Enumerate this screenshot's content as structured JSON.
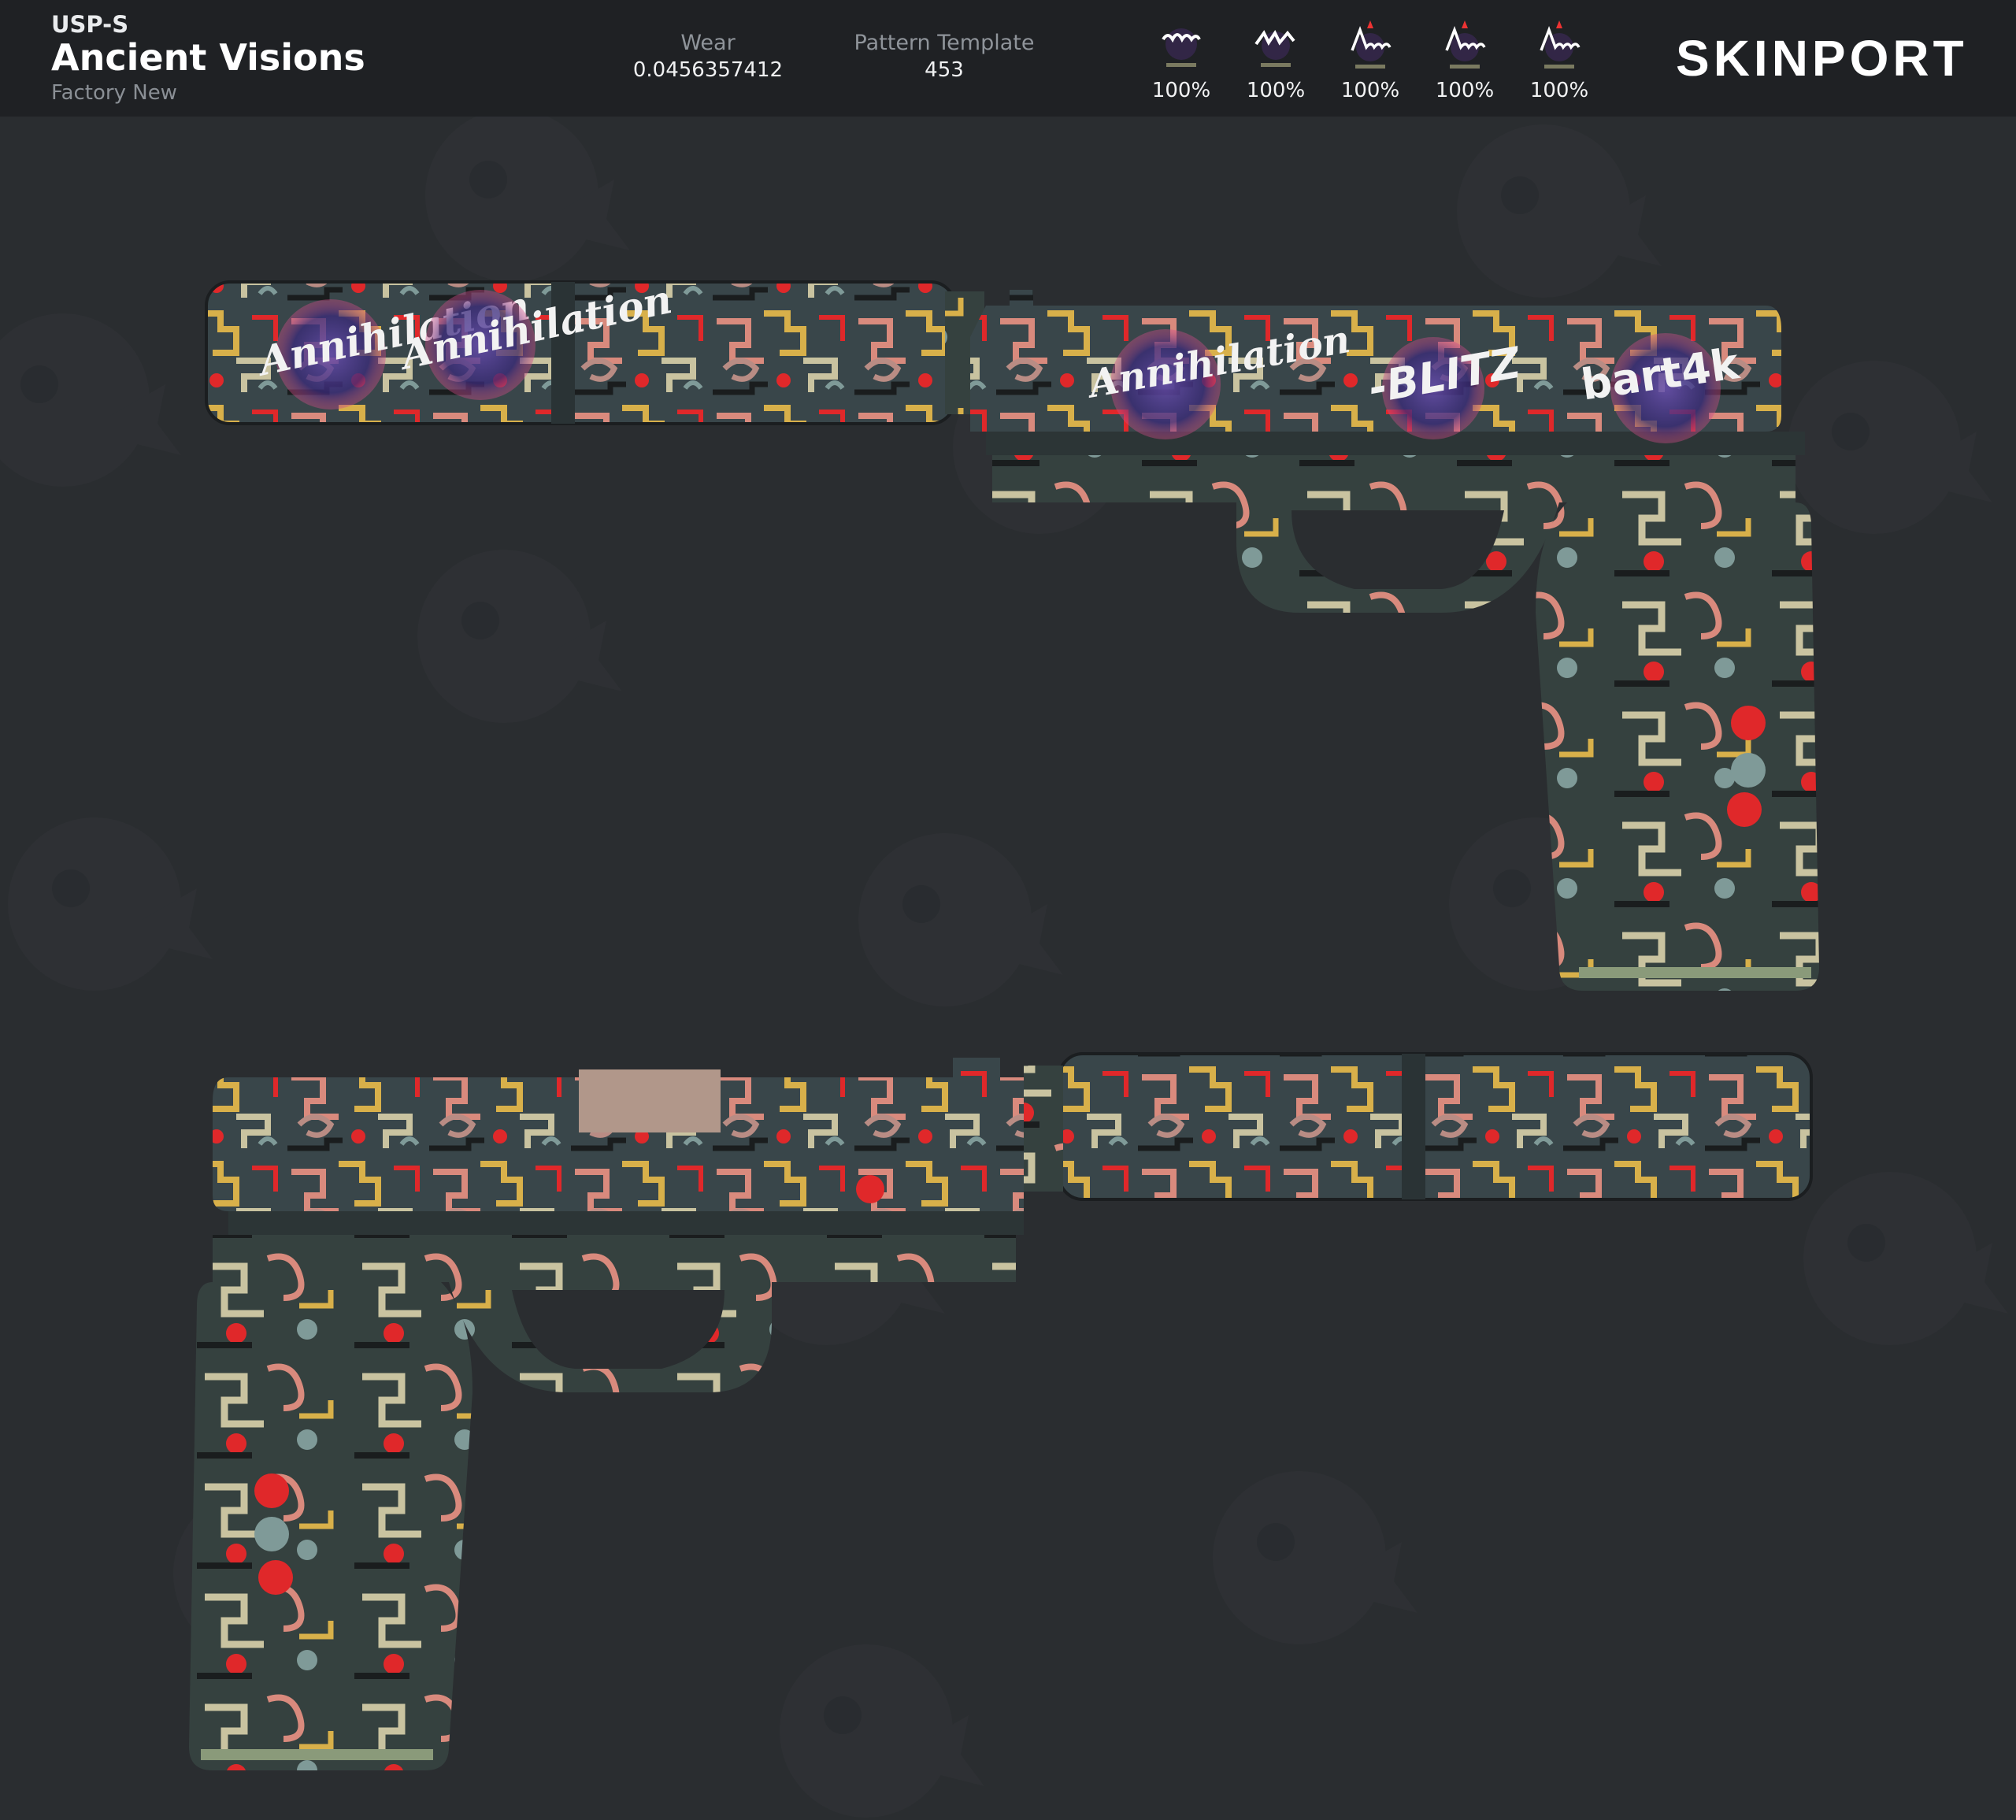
{
  "header": {
    "weapon": "USP-S",
    "skin_name": "Ancient Visions",
    "exterior": "Factory New",
    "wear_label": "Wear",
    "wear_value": "0.0456357412",
    "pattern_label": "Pattern Template",
    "pattern_value": "453"
  },
  "stickers": [
    {
      "name": "bart4k",
      "wear": "100%"
    },
    {
      "name": "blitz",
      "wear": "100%"
    },
    {
      "name": "annihilation",
      "wear": "100%"
    },
    {
      "name": "annihilation",
      "wear": "100%"
    },
    {
      "name": "annihilation",
      "wear": "100%"
    }
  ],
  "brand": {
    "logo_text": "SKINPORT",
    "accent_color": "#f24433"
  },
  "gun_stickers": {
    "suppressor_1": "Annihilation",
    "suppressor_2": "Annihilation",
    "slide_1": "Annihilation",
    "slide_2": "-BLITZ",
    "slide_3": "bart4k"
  },
  "colors": {
    "background": "#2a2d30",
    "header_bg": "#1f2124",
    "gun_base": "#39464a",
    "pattern_red": "#e0282a",
    "pattern_salmon": "#d98a7d",
    "pattern_yellow": "#d8b04a",
    "pattern_cream": "#c9c3a0"
  }
}
